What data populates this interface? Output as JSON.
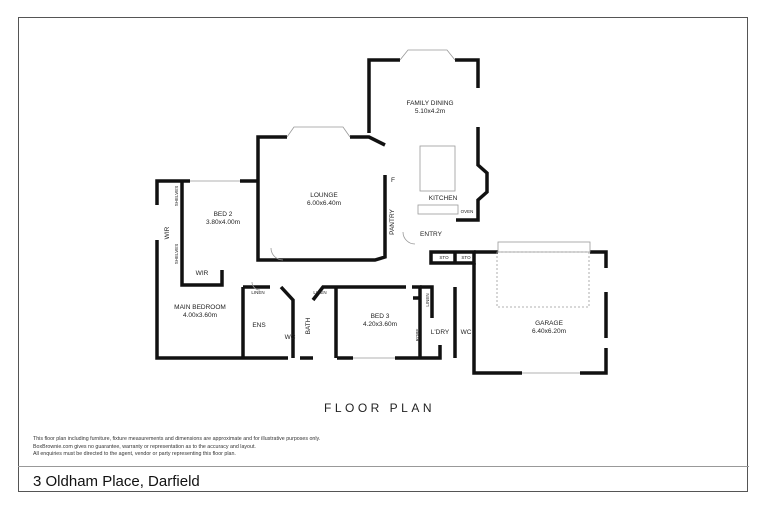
{
  "title": "FLOOR PLAN",
  "address": "3 Oldham Place, Darfield",
  "disclaimer": [
    "This floor plan including furniture, fixture measurements and dimensions are approximate and for illustrative purposes only.",
    "BoxBrownie.com gives no guarantee, warranty or representation as to the accuracy and layout.",
    "All enquiries must be directed to the agent, vendor or party representing this floor plan."
  ],
  "rooms": {
    "family_dining": {
      "name": "FAMILY DINING",
      "size": "5.10x4.2m"
    },
    "lounge": {
      "name": "LOUNGE",
      "size": "6.00x6.40m"
    },
    "bed2": {
      "name": "BED 2",
      "size": "3.80x4.00m"
    },
    "main_bedroom": {
      "name": "MAIN BEDROOM",
      "size": "4.00x3.60m"
    },
    "bed3": {
      "name": "BED 3",
      "size": "4.20x3.60m"
    },
    "garage": {
      "name": "GARAGE",
      "size": "6.40x6.20m"
    },
    "kitchen": {
      "name": "KITCHEN"
    },
    "pantry": {
      "name": "PANTRY"
    },
    "entry": {
      "name": "ENTRY"
    },
    "fridge": {
      "name": "F"
    },
    "oven": {
      "name": "OVEN"
    },
    "sto1": {
      "name": "STO"
    },
    "sto2": {
      "name": "STO"
    },
    "wir1": {
      "name": "WIR"
    },
    "wir2": {
      "name": "WIR"
    },
    "shelves1": {
      "name": "SHELVES"
    },
    "shelves2": {
      "name": "SHELVES"
    },
    "linen1": {
      "name": "LINEN"
    },
    "linen2": {
      "name": "LINEN"
    },
    "linen3": {
      "name": "LINEN"
    },
    "ens": {
      "name": "ENS"
    },
    "wc1": {
      "name": "WC"
    },
    "bath": {
      "name": "BATH"
    },
    "robe": {
      "name": "ROBE"
    },
    "laundry": {
      "name": "L'DRY"
    },
    "wc2": {
      "name": "WC"
    }
  }
}
